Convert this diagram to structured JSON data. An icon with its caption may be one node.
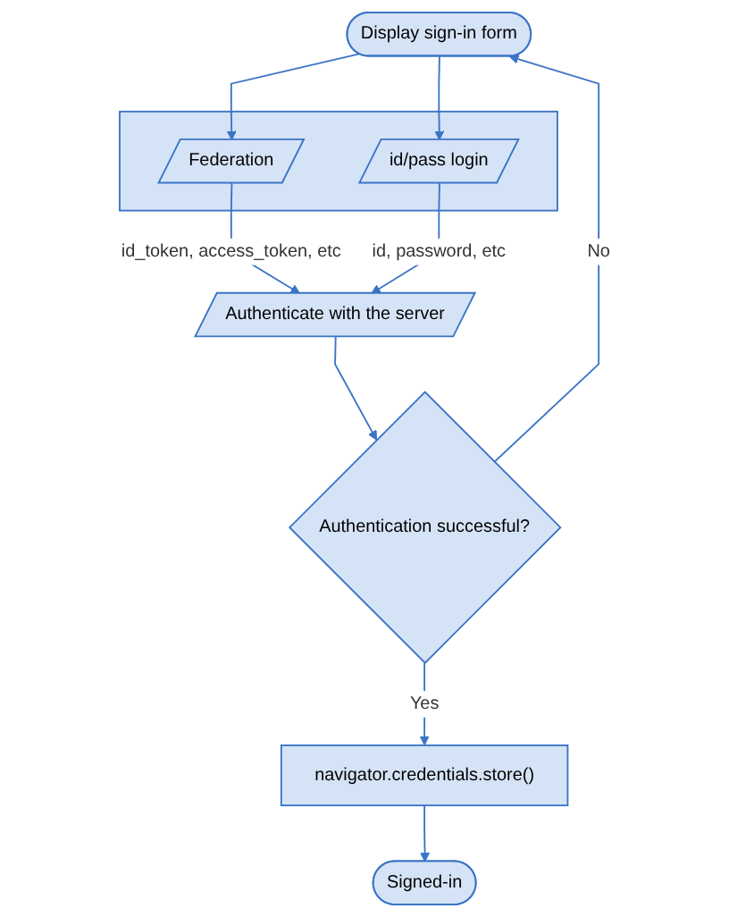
{
  "diagram": {
    "nodes": [
      {
        "text": [
          "Display sign-in form"
        ]
      },
      {
        "text": [],
        "shape": "box"
      },
      {
        "text": [
          "Federation"
        ],
        "in": 1
      },
      {
        "text": [
          "id/pass login"
        ],
        "in": 1
      },
      {
        "text": [
          "Authenticate with the server"
        ]
      },
      {
        "text": [
          "Authentication successful?"
        ]
      },
      {
        "text": [
          "navigator.credentials.store()"
        ]
      },
      {
        "text": [
          "Signed-in"
        ]
      }
    ],
    "edges": [
      {
        "from": 0,
        "to": 2,
        "arrow": "to"
      },
      {
        "from": 0,
        "to": 3,
        "arrow": "to"
      },
      {
        "from": 2,
        "to": 4,
        "arrow": "to",
        "label": "id_token, access_token, etc"
      },
      {
        "from": 3,
        "to": 4,
        "arrow": "to",
        "label": "id, password, etc"
      },
      {
        "from": 4,
        "to": 5,
        "arrow": "to"
      },
      {
        "from": 5,
        "to": 0,
        "arrow": "to",
        "label": "No"
      },
      {
        "from": 5,
        "to": 6,
        "arrow": "to",
        "label": "Yes"
      },
      {
        "from": 6,
        "to": 7,
        "arrow": "to"
      }
    ]
  }
}
